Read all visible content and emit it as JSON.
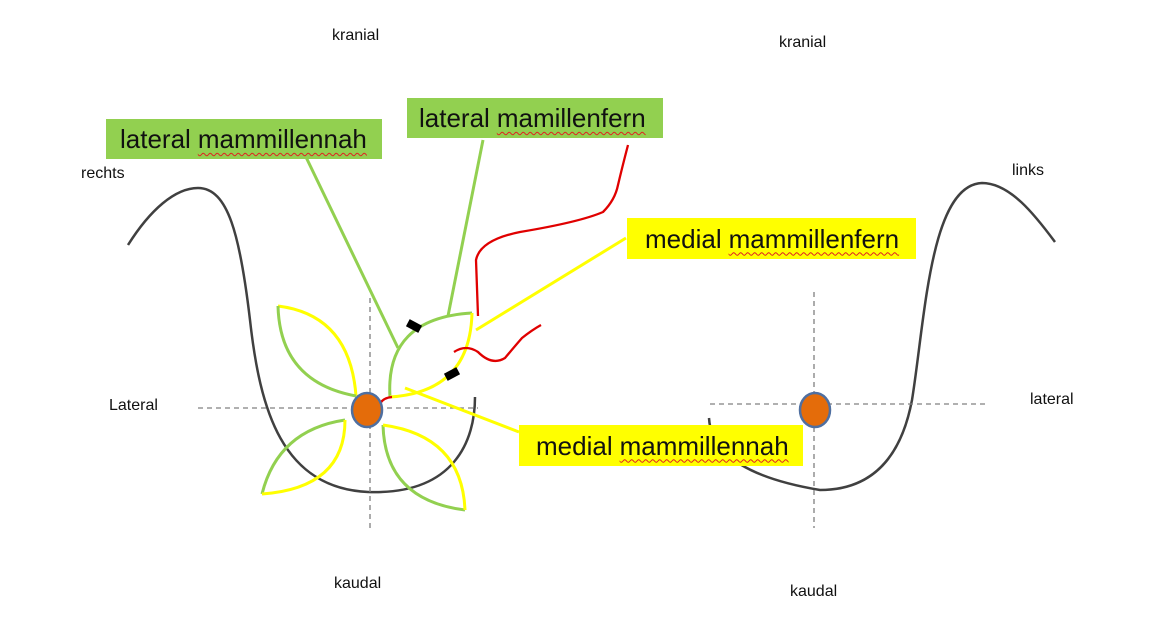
{
  "labels": {
    "left_cranial": "kranial",
    "right_cranial": "kranial",
    "left_caudal": "kaudal",
    "right_caudal": "kaudal",
    "left_side": "rechts",
    "right_side": "links",
    "left_lateral": "Lateral",
    "right_lateral": "lateral"
  },
  "callouts": {
    "lateral_near": {
      "word1": "lateral",
      "word2": "mammillennah"
    },
    "lateral_far": {
      "word1": "lateral",
      "word2": "mamillenfern"
    },
    "medial_far": {
      "word1": "medial",
      "word2": "mammillenfern"
    },
    "medial_near": {
      "word1": "medial",
      "word2": "mammillennah"
    }
  },
  "colors": {
    "green": "#92d050",
    "yellow": "#ffff00",
    "red": "#e00000",
    "nipple_fill": "#e46c0a",
    "nipple_stroke": "#4f6fa0",
    "breast_outline": "#404040",
    "axis": "#808080"
  }
}
